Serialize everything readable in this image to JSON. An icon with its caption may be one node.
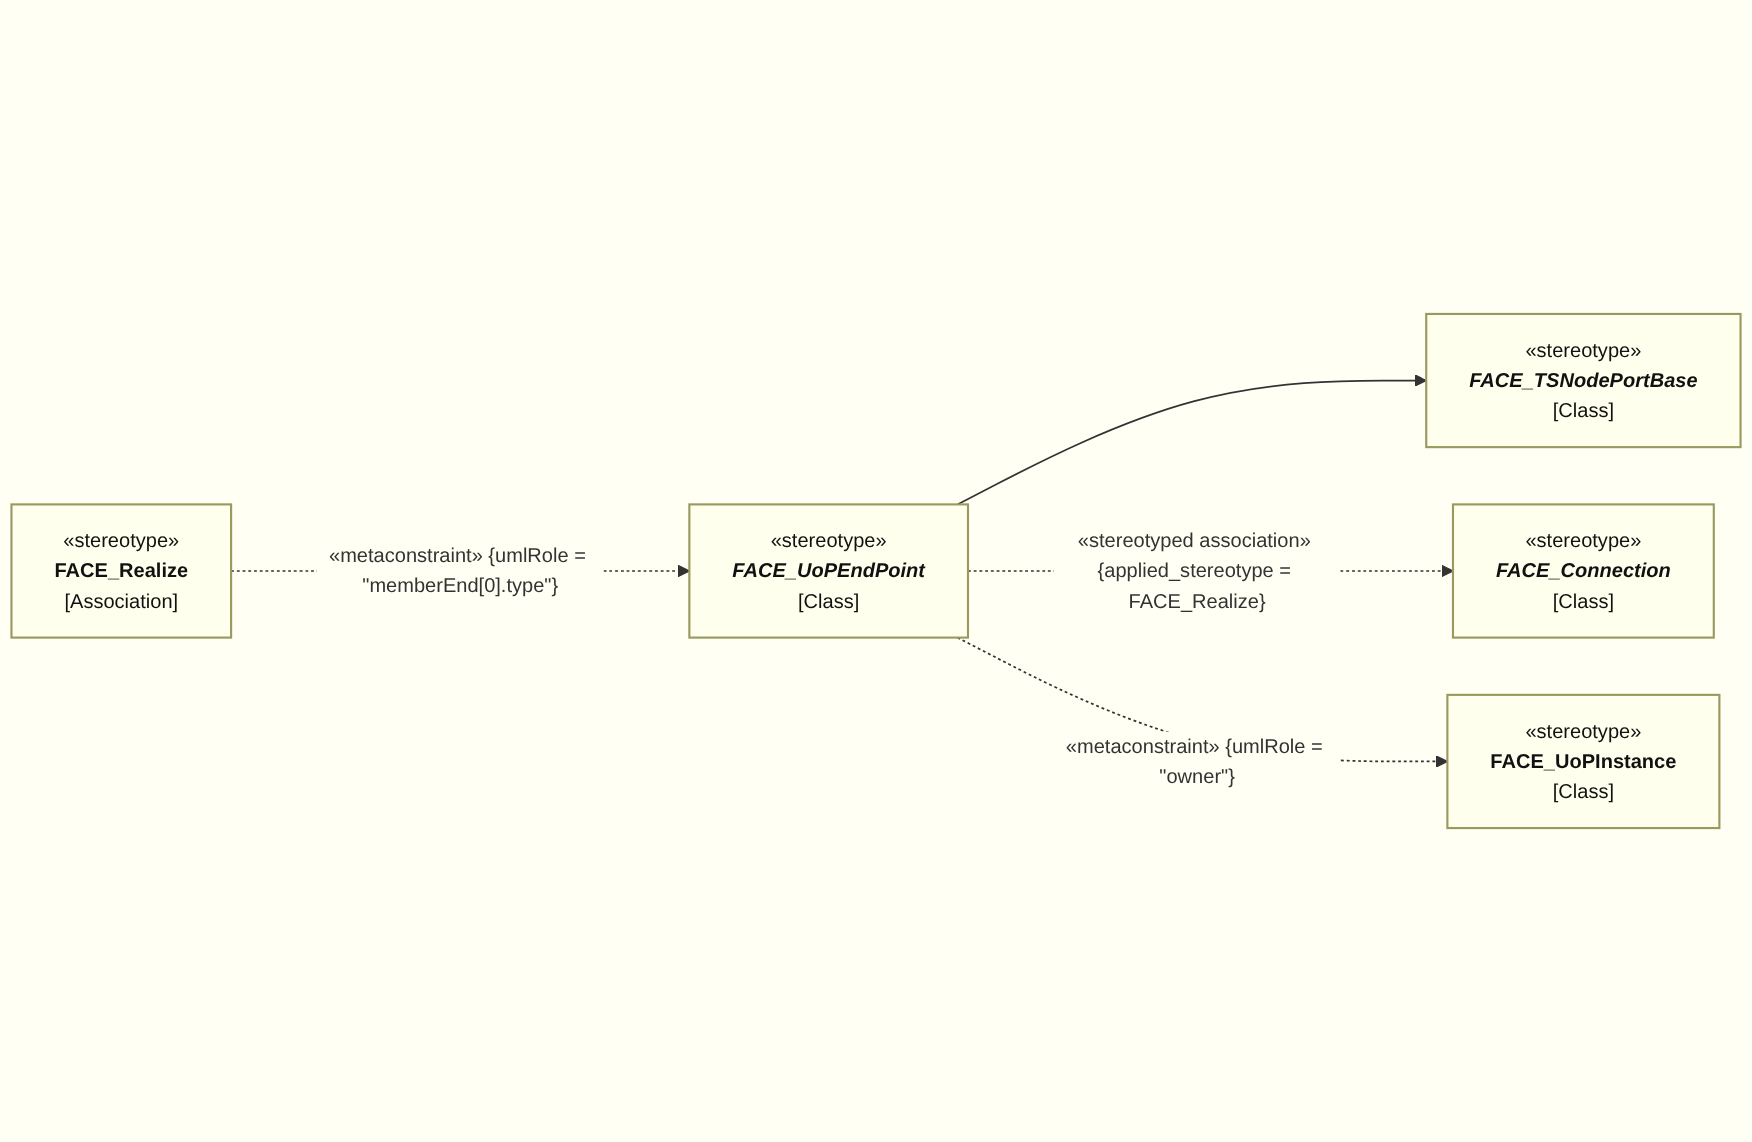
{
  "diagram": {
    "nodes": [
      {
        "text": [
          "«stereotype»",
          "FACE_TSNodePortBase",
          "[Class]"
        ]
      },
      {
        "text": [
          "«stereotype»",
          "FACE_UoPEndPoint",
          "[Class]"
        ]
      },
      {
        "text": [
          "«stereotype»",
          "FACE_Connection",
          "[Class]"
        ]
      },
      {
        "text": [
          "«stereotype»",
          "FACE_Realize",
          "[Association]"
        ]
      },
      {
        "text": [
          "«stereotype»",
          "FACE_UoPInstance",
          "[Class]"
        ]
      }
    ],
    "edges": [
      {
        "from": 1,
        "to": 0,
        "arrow": "to"
      },
      {
        "from": 1,
        "to": 2,
        "arrow": "to",
        "style": "dashed",
        "label": "«stereotyped association» {applied_stereotype = FACE_Realize}"
      },
      {
        "from": 3,
        "to": 1,
        "arrow": "to",
        "style": "dashed",
        "label": "«metaconstraint» {umlRole = \"memberEnd[0].type\"}"
      },
      {
        "from": 1,
        "to": 4,
        "arrow": "to",
        "style": "dashed",
        "label": "«metaconstraint» {umlRole = \"owner\"}"
      }
    ]
  }
}
